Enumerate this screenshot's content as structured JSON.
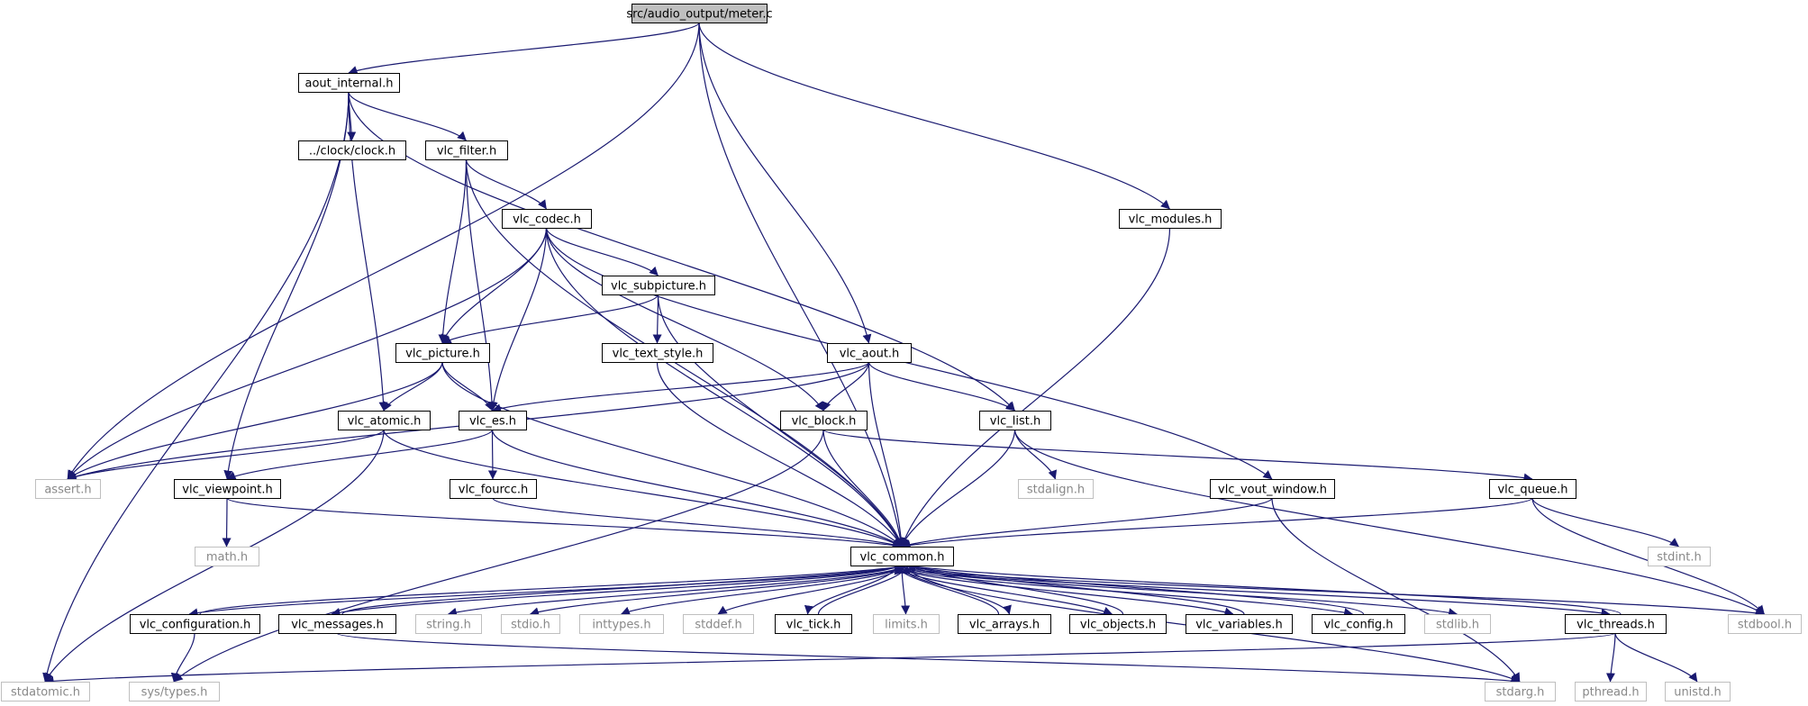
{
  "diagram": {
    "colors": {
      "edge": "#191970",
      "node_border": "#000000",
      "system_border": "#bfbfbf",
      "root_fill": "#bfbfbf",
      "system_text": "#888888"
    },
    "nodes": [
      {
        "id": "meter_c",
        "label": "src/audio_output/meter.c",
        "kind": "root"
      },
      {
        "id": "aout_internal",
        "label": "aout_internal.h",
        "kind": "local"
      },
      {
        "id": "assert",
        "label": "assert.h",
        "kind": "system"
      },
      {
        "id": "vlc_aout",
        "label": "vlc_aout.h",
        "kind": "local"
      },
      {
        "id": "vlc_common",
        "label": "vlc_common.h",
        "kind": "local"
      },
      {
        "id": "vlc_modules",
        "label": "vlc_modules.h",
        "kind": "local"
      },
      {
        "id": "stdatomic",
        "label": "stdatomic.h",
        "kind": "system"
      },
      {
        "id": "vlc_viewpoint",
        "label": "vlc_viewpoint.h",
        "kind": "local"
      },
      {
        "id": "vlc_atomic",
        "label": "vlc_atomic.h",
        "kind": "local"
      },
      {
        "id": "clock",
        "label": "../clock/clock.h",
        "kind": "local"
      },
      {
        "id": "vlc_filter",
        "label": "vlc_filter.h",
        "kind": "local"
      },
      {
        "id": "vlc_list",
        "label": "vlc_list.h",
        "kind": "local"
      },
      {
        "id": "vlc_codec",
        "label": "vlc_codec.h",
        "kind": "local"
      },
      {
        "id": "vlc_picture",
        "label": "vlc_picture.h",
        "kind": "local"
      },
      {
        "id": "vlc_es",
        "label": "vlc_es.h",
        "kind": "local"
      },
      {
        "id": "vlc_subpicture",
        "label": "vlc_subpicture.h",
        "kind": "local"
      },
      {
        "id": "vlc_text_style",
        "label": "vlc_text_style.h",
        "kind": "local"
      },
      {
        "id": "vlc_block",
        "label": "vlc_block.h",
        "kind": "local"
      },
      {
        "id": "vlc_vout_window",
        "label": "vlc_vout_window.h",
        "kind": "local"
      },
      {
        "id": "vlc_fourcc",
        "label": "vlc_fourcc.h",
        "kind": "local"
      },
      {
        "id": "math",
        "label": "math.h",
        "kind": "system"
      },
      {
        "id": "stdalign",
        "label": "stdalign.h",
        "kind": "system"
      },
      {
        "id": "vlc_queue",
        "label": "vlc_queue.h",
        "kind": "local"
      },
      {
        "id": "stdint",
        "label": "stdint.h",
        "kind": "system"
      },
      {
        "id": "stdbool",
        "label": "stdbool.h",
        "kind": "system"
      },
      {
        "id": "vlc_configuration",
        "label": "vlc_configuration.h",
        "kind": "local"
      },
      {
        "id": "vlc_messages",
        "label": "vlc_messages.h",
        "kind": "local"
      },
      {
        "id": "string",
        "label": "string.h",
        "kind": "system"
      },
      {
        "id": "stdio",
        "label": "stdio.h",
        "kind": "system"
      },
      {
        "id": "inttypes",
        "label": "inttypes.h",
        "kind": "system"
      },
      {
        "id": "stddef",
        "label": "stddef.h",
        "kind": "system"
      },
      {
        "id": "vlc_tick",
        "label": "vlc_tick.h",
        "kind": "local"
      },
      {
        "id": "limits",
        "label": "limits.h",
        "kind": "system"
      },
      {
        "id": "vlc_arrays",
        "label": "vlc_arrays.h",
        "kind": "local"
      },
      {
        "id": "vlc_objects",
        "label": "vlc_objects.h",
        "kind": "local"
      },
      {
        "id": "vlc_variables",
        "label": "vlc_variables.h",
        "kind": "local"
      },
      {
        "id": "vlc_config",
        "label": "vlc_config.h",
        "kind": "local"
      },
      {
        "id": "stdlib",
        "label": "stdlib.h",
        "kind": "system"
      },
      {
        "id": "vlc_threads",
        "label": "vlc_threads.h",
        "kind": "local"
      },
      {
        "id": "sys_types",
        "label": "sys/types.h",
        "kind": "system"
      },
      {
        "id": "stdarg",
        "label": "stdarg.h",
        "kind": "system"
      },
      {
        "id": "pthread",
        "label": "pthread.h",
        "kind": "system"
      },
      {
        "id": "unistd",
        "label": "unistd.h",
        "kind": "system"
      }
    ],
    "edges": [
      [
        "meter_c",
        "aout_internal"
      ],
      [
        "meter_c",
        "assert"
      ],
      [
        "meter_c",
        "vlc_aout"
      ],
      [
        "meter_c",
        "vlc_common"
      ],
      [
        "meter_c",
        "vlc_modules"
      ],
      [
        "aout_internal",
        "clock"
      ],
      [
        "aout_internal",
        "vlc_filter"
      ],
      [
        "aout_internal",
        "vlc_list"
      ],
      [
        "aout_internal",
        "stdatomic"
      ],
      [
        "aout_internal",
        "vlc_viewpoint"
      ],
      [
        "aout_internal",
        "vlc_atomic"
      ],
      [
        "vlc_filter",
        "vlc_codec"
      ],
      [
        "vlc_filter",
        "vlc_picture"
      ],
      [
        "vlc_filter",
        "vlc_es"
      ],
      [
        "vlc_filter",
        "vlc_common"
      ],
      [
        "vlc_codec",
        "vlc_subpicture"
      ],
      [
        "vlc_codec",
        "vlc_picture"
      ],
      [
        "vlc_codec",
        "vlc_es"
      ],
      [
        "vlc_codec",
        "assert"
      ],
      [
        "vlc_codec",
        "vlc_common"
      ],
      [
        "vlc_codec",
        "vlc_block"
      ],
      [
        "vlc_codec",
        "vlc_vout_window"
      ],
      [
        "vlc_subpicture",
        "vlc_picture"
      ],
      [
        "vlc_subpicture",
        "vlc_text_style"
      ],
      [
        "vlc_subpicture",
        "vlc_common"
      ],
      [
        "vlc_picture",
        "vlc_atomic"
      ],
      [
        "vlc_picture",
        "vlc_es"
      ],
      [
        "vlc_picture",
        "assert"
      ],
      [
        "vlc_picture",
        "vlc_common"
      ],
      [
        "vlc_aout",
        "vlc_es"
      ],
      [
        "vlc_aout",
        "vlc_block"
      ],
      [
        "vlc_aout",
        "vlc_list"
      ],
      [
        "vlc_aout",
        "assert"
      ],
      [
        "vlc_aout",
        "vlc_common"
      ],
      [
        "vlc_text_style",
        "vlc_common"
      ],
      [
        "vlc_atomic",
        "assert"
      ],
      [
        "vlc_atomic",
        "stdatomic"
      ],
      [
        "vlc_atomic",
        "vlc_common"
      ],
      [
        "vlc_es",
        "vlc_viewpoint"
      ],
      [
        "vlc_es",
        "vlc_fourcc"
      ],
      [
        "vlc_es",
        "vlc_common"
      ],
      [
        "vlc_block",
        "vlc_common"
      ],
      [
        "vlc_block",
        "vlc_queue"
      ],
      [
        "vlc_block",
        "sys_types"
      ],
      [
        "vlc_list",
        "stdalign"
      ],
      [
        "vlc_list",
        "vlc_common"
      ],
      [
        "vlc_list",
        "stdbool"
      ],
      [
        "vlc_modules",
        "vlc_common"
      ],
      [
        "vlc_viewpoint",
        "math"
      ],
      [
        "vlc_viewpoint",
        "vlc_common"
      ],
      [
        "vlc_fourcc",
        "vlc_common"
      ],
      [
        "vlc_vout_window",
        "vlc_common"
      ],
      [
        "vlc_vout_window",
        "stdarg"
      ],
      [
        "vlc_queue",
        "vlc_common"
      ],
      [
        "vlc_queue",
        "stdint"
      ],
      [
        "vlc_queue",
        "stdbool"
      ],
      [
        "vlc_common",
        "vlc_configuration"
      ],
      [
        "vlc_common",
        "vlc_messages"
      ],
      [
        "vlc_common",
        "string"
      ],
      [
        "vlc_common",
        "stdio"
      ],
      [
        "vlc_common",
        "inttypes"
      ],
      [
        "vlc_common",
        "stddef"
      ],
      [
        "vlc_common",
        "vlc_tick"
      ],
      [
        "vlc_common",
        "limits"
      ],
      [
        "vlc_common",
        "vlc_arrays"
      ],
      [
        "vlc_common",
        "vlc_objects"
      ],
      [
        "vlc_common",
        "vlc_variables"
      ],
      [
        "vlc_common",
        "vlc_config"
      ],
      [
        "vlc_common",
        "stdlib"
      ],
      [
        "vlc_common",
        "vlc_threads"
      ],
      [
        "vlc_common",
        "stdbool"
      ],
      [
        "vlc_common",
        "stdarg"
      ],
      [
        "vlc_configuration",
        "vlc_common"
      ],
      [
        "vlc_configuration",
        "sys_types"
      ],
      [
        "vlc_messages",
        "vlc_common"
      ],
      [
        "vlc_messages",
        "stdarg"
      ],
      [
        "vlc_tick",
        "vlc_common"
      ],
      [
        "vlc_arrays",
        "vlc_common"
      ],
      [
        "vlc_objects",
        "vlc_common"
      ],
      [
        "vlc_variables",
        "vlc_common"
      ],
      [
        "vlc_config",
        "vlc_common"
      ],
      [
        "vlc_threads",
        "vlc_common"
      ],
      [
        "vlc_threads",
        "stdatomic"
      ],
      [
        "vlc_threads",
        "pthread"
      ],
      [
        "vlc_threads",
        "unistd"
      ]
    ]
  }
}
